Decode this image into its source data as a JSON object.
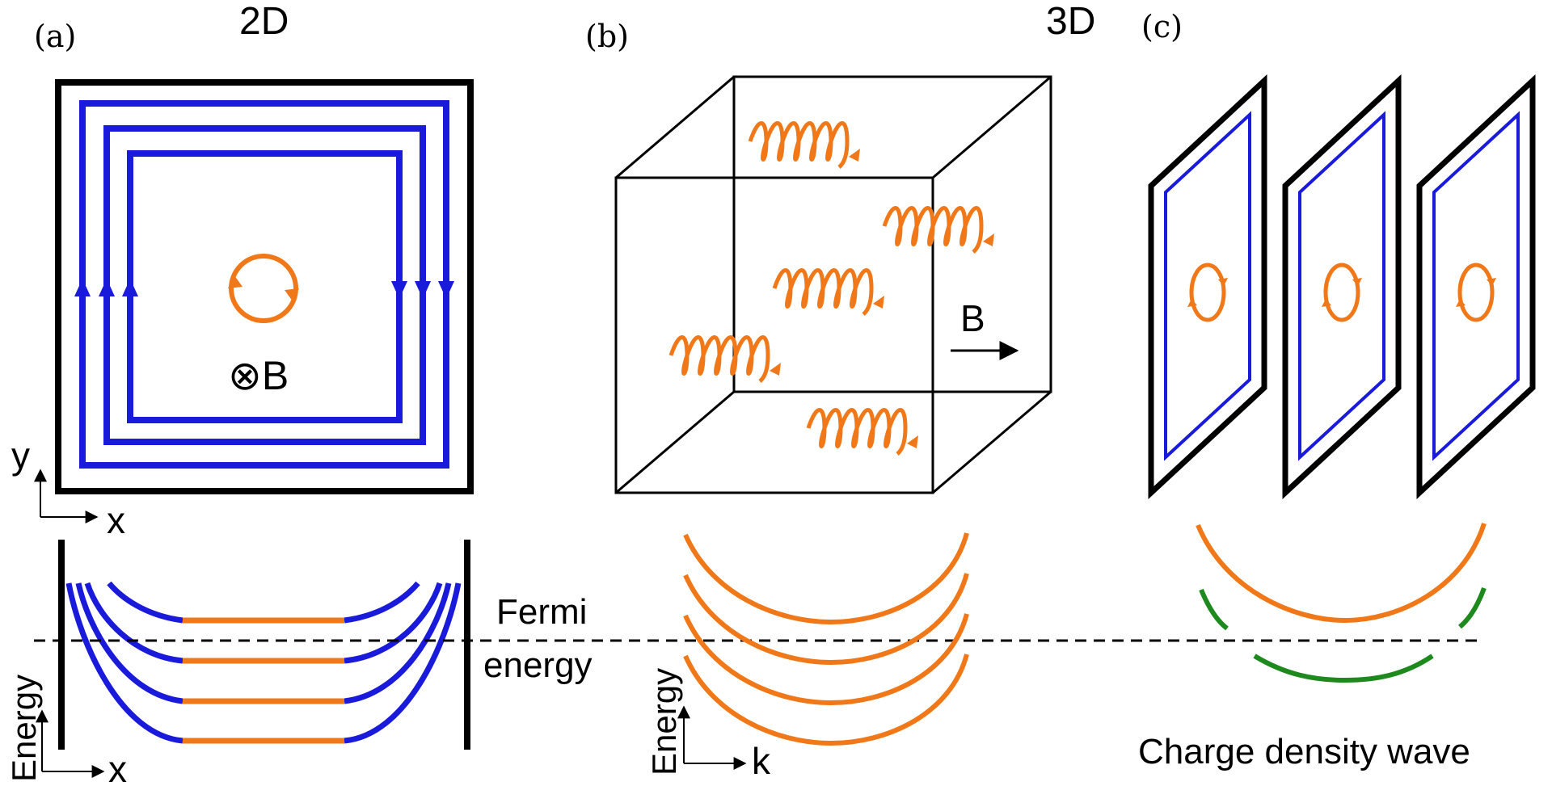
{
  "panels": {
    "a": {
      "tag": "(a)",
      "heading": "2D",
      "field_label": "⊗B",
      "axis_y": "y",
      "axis_x": "x",
      "energy_axis": "Energy",
      "energy_axis_x": "x"
    },
    "b": {
      "tag": "(b)",
      "heading": "3D",
      "field_label": "B",
      "energy_axis": "Energy",
      "energy_axis_x": "k"
    },
    "c": {
      "tag": "(c)",
      "caption": "Charge density wave"
    }
  },
  "fermi": {
    "line1": "Fermi",
    "line2": "energy"
  },
  "colors": {
    "edge_state": "#1a1adb",
    "orbit": "#f07818",
    "cdw_band": "#1e8a1e",
    "outline": "#000000"
  },
  "icons": [
    "orbit-icon",
    "helix-icon",
    "field-arrow-icon"
  ]
}
